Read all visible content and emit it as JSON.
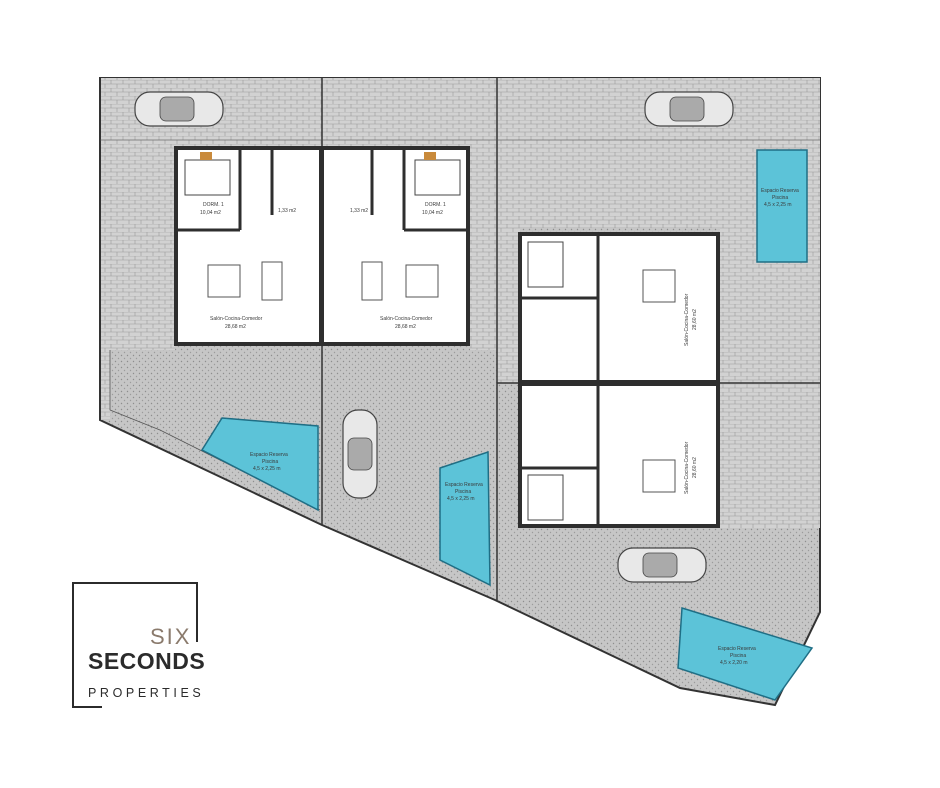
{
  "logo": {
    "line1": "SIX",
    "line2": "SECONDS",
    "line3": "PROPERTIES"
  },
  "labels": {
    "dorm_title": "DORM. 1",
    "dorm_area": "10,04 m2",
    "bath_area": "1,33 m2",
    "living_title": "Salón-Cocina-Comedor",
    "living_area": "28,68 m2",
    "living_area_alt": "28,60 m2",
    "pool_title": "Espacio Reserva",
    "pool_sub": "Piscina",
    "pool_size": "4,5 x 2,25 m",
    "pool_size_alt": "4,5 x 2,20 m"
  },
  "colors": {
    "pool": "#5cc3d8",
    "pool_stroke": "#1f6e85",
    "wall": "#2e2e2e",
    "paving": "#c9c9c9",
    "floor": "#ffffff",
    "kitchen_accent": "#c98a3b"
  }
}
